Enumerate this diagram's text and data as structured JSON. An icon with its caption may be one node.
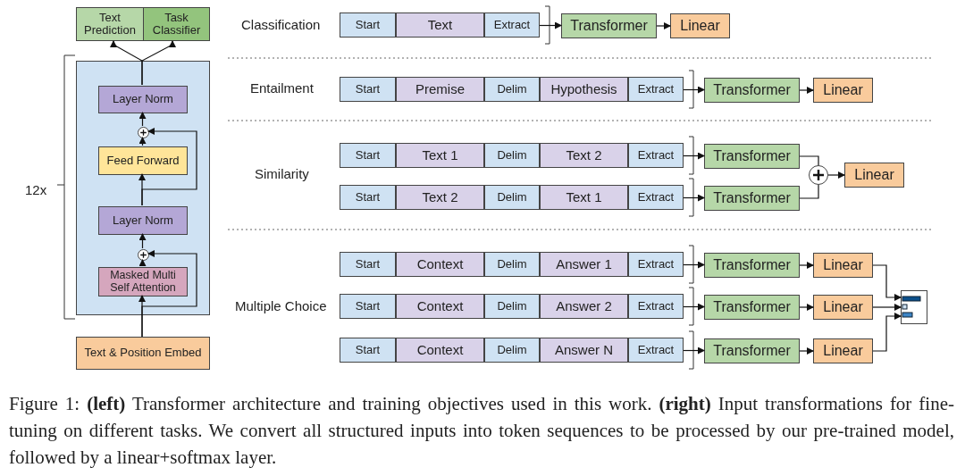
{
  "diagram": {
    "caption": "Figure 1: **(left)** Transformer architecture and training objectives used in this work. **(right)** Input transformations for fine-tuning on different tasks. We convert all structured inputs into token sequences to be processed by our pre-trained model, followed by a linear+softmax layer.",
    "nodes": [
      {
        "text": [
          "Text Prediction"
        ]
      },
      {
        "text": [
          "Task Classifier"
        ]
      },
      {
        "text": [],
        "shape": "box"
      },
      {
        "text": [
          "Layer Norm"
        ],
        "in": 2
      },
      {
        "text": [],
        "shape": "circle",
        "in": 2
      },
      {
        "text": [
          "Feed Forward"
        ],
        "in": 2
      },
      {
        "text": [
          "Layer Norm"
        ],
        "in": 2
      },
      {
        "text": [],
        "shape": "circle",
        "in": 2
      },
      {
        "text": [
          "Masked Multi Self Attention"
        ],
        "in": 2
      },
      {
        "text": [
          "Text & Position Embed"
        ]
      },
      {
        "text": [
          "Start"
        ]
      },
      {
        "text": [
          "Text"
        ]
      },
      {
        "text": [
          "Extract"
        ]
      },
      {
        "text": [
          "Transformer"
        ]
      },
      {
        "text": [
          "Linear"
        ]
      },
      {
        "text": [
          "Start"
        ]
      },
      {
        "text": [
          "Premise"
        ]
      },
      {
        "text": [
          "Delim"
        ]
      },
      {
        "text": [
          "Hypothesis"
        ]
      },
      {
        "text": [
          "Extract"
        ]
      },
      {
        "text": [
          "Transformer"
        ]
      },
      {
        "text": [
          "Linear"
        ]
      },
      {
        "text": [
          "Start"
        ]
      },
      {
        "text": [
          "Text 1"
        ]
      },
      {
        "text": [
          "Delim"
        ]
      },
      {
        "text": [
          "Text 2"
        ]
      },
      {
        "text": [
          "Extract"
        ]
      },
      {
        "text": [
          "Transformer"
        ]
      },
      {
        "text": [
          "Start"
        ]
      },
      {
        "text": [
          "Text 2"
        ]
      },
      {
        "text": [
          "Delim"
        ]
      },
      {
        "text": [
          "Text 1"
        ]
      },
      {
        "text": [
          "Extract"
        ]
      },
      {
        "text": [
          "Transformer"
        ]
      },
      {
        "text": [],
        "shape": "circle"
      },
      {
        "text": [
          "Linear"
        ]
      },
      {
        "text": [
          "Start"
        ]
      },
      {
        "text": [
          "Context"
        ]
      },
      {
        "text": [
          "Delim"
        ]
      },
      {
        "text": [
          "Answer 1"
        ]
      },
      {
        "text": [
          "Extract"
        ]
      },
      {
        "text": [
          "Transformer"
        ]
      },
      {
        "text": [
          "Linear"
        ]
      },
      {
        "text": [
          "Start"
        ]
      },
      {
        "text": [
          "Context"
        ]
      },
      {
        "text": [
          "Delim"
        ]
      },
      {
        "text": [
          "Answer 2"
        ]
      },
      {
        "text": [
          "Extract"
        ]
      },
      {
        "text": [
          "Transformer"
        ]
      },
      {
        "text": [
          "Linear"
        ]
      },
      {
        "text": [
          "Start"
        ]
      },
      {
        "text": [
          "Context"
        ]
      },
      {
        "text": [
          "Delim"
        ]
      },
      {
        "text": [
          "Answer N"
        ]
      },
      {
        "text": [
          "Extract"
        ]
      },
      {
        "text": [
          "Transformer"
        ]
      },
      {
        "text": [
          "Linear"
        ]
      },
      {
        "text": [],
        "shape": "picture"
      }
    ],
    "edges": [
      {
        "from": 9,
        "to": 8,
        "arrow": "to"
      },
      {
        "from": 8,
        "to": 7,
        "arrow": "to"
      },
      {
        "from": 7,
        "to": 6,
        "arrow": "to"
      },
      {
        "from": 6,
        "to": 5,
        "arrow": "to"
      },
      {
        "from": 5,
        "to": 4,
        "arrow": "to"
      },
      {
        "from": 4,
        "to": 3,
        "arrow": "to"
      },
      {
        "from": 3,
        "to": 0,
        "arrow": "to"
      },
      {
        "from": 3,
        "to": 1,
        "arrow": "to"
      },
      {
        "from": 6,
        "to": 4,
        "arrow": "to"
      },
      {
        "from": 9,
        "to": 7,
        "arrow": "to"
      },
      {
        "from": 12,
        "to": 13,
        "arrow": "to"
      },
      {
        "from": 13,
        "to": 14,
        "arrow": "to"
      },
      {
        "from": 19,
        "to": 20,
        "arrow": "to"
      },
      {
        "from": 20,
        "to": 21,
        "arrow": "to"
      },
      {
        "from": 26,
        "to": 27,
        "arrow": "to"
      },
      {
        "from": 32,
        "to": 33,
        "arrow": "to"
      },
      {
        "from": 27,
        "to": 34,
        "arrow": "none"
      },
      {
        "from": 33,
        "to": 34,
        "arrow": "none"
      },
      {
        "from": 34,
        "to": 35,
        "arrow": "to"
      },
      {
        "from": 40,
        "to": 41,
        "arrow": "to"
      },
      {
        "from": 41,
        "to": 42,
        "arrow": "to"
      },
      {
        "from": 42,
        "to": 57,
        "arrow": "to"
      },
      {
        "from": 47,
        "to": 48,
        "arrow": "to"
      },
      {
        "from": 48,
        "to": 49,
        "arrow": "to"
      },
      {
        "from": 49,
        "to": 57,
        "arrow": "to"
      },
      {
        "from": 54,
        "to": 55,
        "arrow": "to"
      },
      {
        "from": 55,
        "to": 56,
        "arrow": "to"
      },
      {
        "from": 56,
        "to": 57,
        "arrow": "to"
      }
    ],
    "labels": [
      "12x",
      "Classification",
      "Entailment",
      "Similarity",
      "Multiple Choice"
    ]
  }
}
